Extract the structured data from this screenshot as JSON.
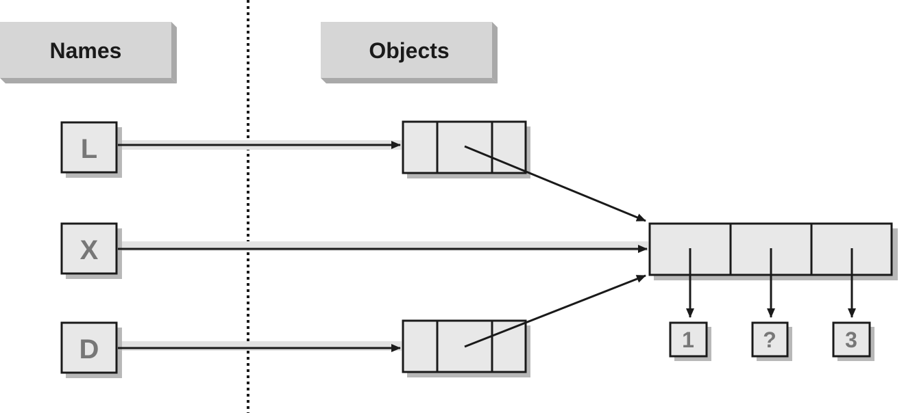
{
  "headers": {
    "names": "Names",
    "objects": "Objects"
  },
  "names": [
    {
      "id": "L",
      "label": "L"
    },
    {
      "id": "X",
      "label": "X"
    },
    {
      "id": "D",
      "label": "D"
    }
  ],
  "list_values": [
    "1",
    "?",
    "3"
  ]
}
